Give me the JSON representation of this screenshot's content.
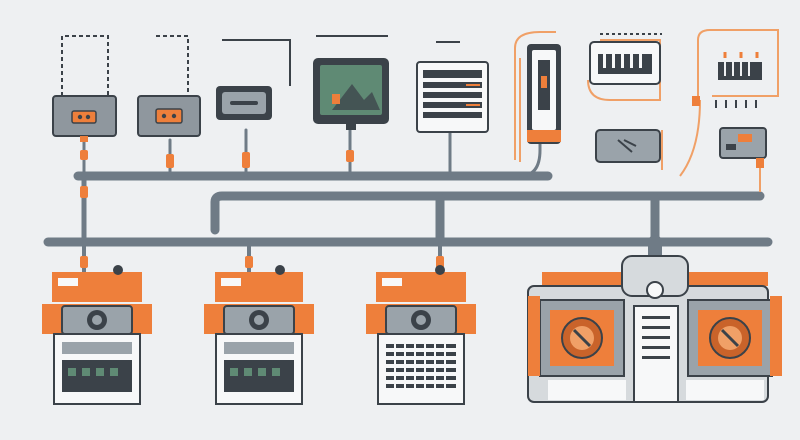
{
  "colors": {
    "background": "#eef0f2",
    "pipe": "#6f7b86",
    "pipe_dark": "#5c6772",
    "orange": "#ee7f3b",
    "orange_dark": "#c9632a",
    "panel_light": "#d6dadd",
    "panel_mid": "#9aa3aa",
    "panel_dark": "#3b4249",
    "screen_green": "#5f8a74",
    "wire_orange": "#f0a067",
    "white": "#f7f8f9"
  },
  "devices": {
    "top": [
      "control-box",
      "control-box",
      "display-panel",
      "monitor",
      "server-rack",
      "tall-controller",
      "relay-block",
      "relay-block-wired",
      "sensor-box",
      "switch-box"
    ],
    "bottom": [
      "machine-unit",
      "machine-unit",
      "keypad-machine",
      "twin-turbine-unit"
    ]
  }
}
